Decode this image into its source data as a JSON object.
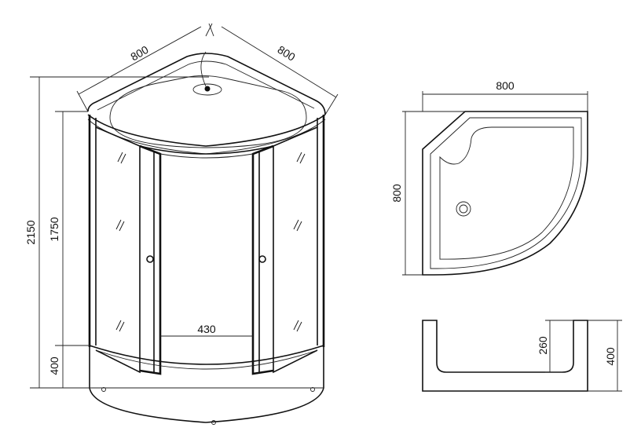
{
  "colors": {
    "line": "#111111",
    "background": "#ffffff"
  },
  "cabin": {
    "dims": {
      "width_left": "800",
      "width_right": "800",
      "total_height": "2150",
      "glass_height": "1750",
      "base_height": "400",
      "door_opening": "430"
    }
  },
  "tray_top": {
    "dims": {
      "width": "800",
      "depth": "800"
    }
  },
  "tray_side": {
    "dims": {
      "inner_depth": "260",
      "height": "400"
    }
  }
}
